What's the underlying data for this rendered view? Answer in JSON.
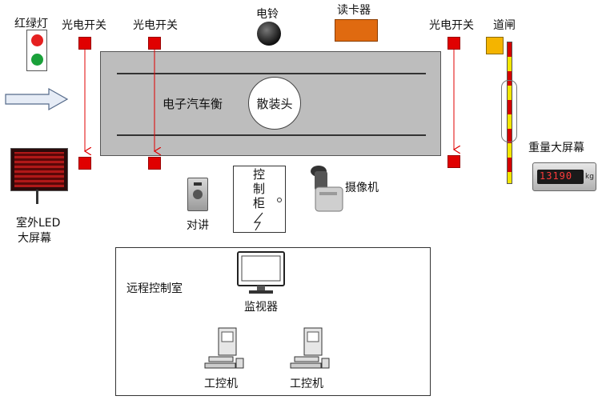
{
  "labels": {
    "traffic_light": "红绿灯",
    "photo_switch_1": "光电开关",
    "photo_switch_2": "光电开关",
    "photo_switch_3": "光电开关",
    "bell": "电铃",
    "card_reader": "读卡器",
    "barrier": "道闸",
    "scale": "电子汽车衡",
    "head": "散装头",
    "big_screen": "重量大屏幕",
    "outdoor_led_line1": "室外LED",
    "outdoor_led_line2": "大屏幕",
    "intercom": "对讲",
    "cabinet_c1": "控",
    "cabinet_c2": "制",
    "cabinet_c3": "柜",
    "camera": "摄像机",
    "remote_room": "远程控制室",
    "monitor": "监视器",
    "ipc_1": "工控机",
    "ipc_2": "工控机"
  },
  "screen_readout": "13190",
  "screen_unit": "kg",
  "colors": {
    "sensor": "#e00000",
    "card_reader": "#e06a10",
    "barrier_light": "#f4b400",
    "scale_body": "#bdbdbd",
    "arrow": "#e00000"
  }
}
